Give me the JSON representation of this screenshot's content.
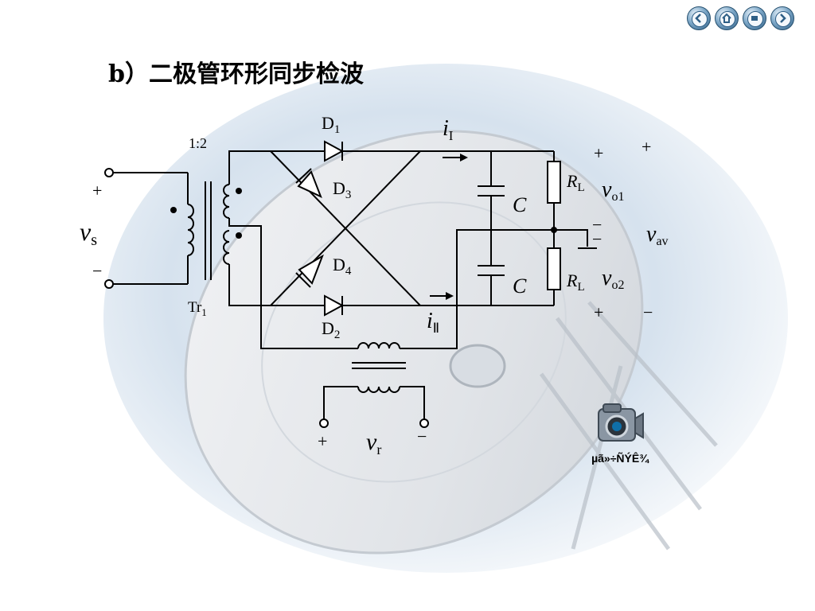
{
  "title": "b）二极管环形同步检波",
  "media": {
    "caption": "µã»÷ÑÝÊ¾"
  },
  "labels": {
    "ratio": "1:2",
    "transformer_main": "Tr",
    "transformer_main_sub": "1",
    "D1": "D",
    "D1_sub": "1",
    "D2": "D",
    "D2_sub": "2",
    "D3": "D",
    "D3_sub": "3",
    "D4": "D",
    "D4_sub": "4",
    "i1": "i",
    "i1_sub": "I",
    "i2": "i",
    "i2_sub": "Ⅱ",
    "C_top": "C",
    "C_bottom": "C",
    "RL_top": "R",
    "RL_top_sub": "L",
    "RL_bottom": "R",
    "RL_bottom_sub": "L",
    "vo1": "v",
    "vo1_sub": "o1",
    "vo2": "v",
    "vo2_sub": "o2",
    "vav": "v",
    "vav_sub": "av",
    "vs": "v",
    "vs_sub": "s",
    "vr": "v",
    "vr_sub": "r",
    "plus": "+",
    "minus": "−"
  },
  "colors": {
    "background_tint": "#c8d8e8",
    "dish": "#e7e9ec"
  },
  "icons": [
    "nav-back-icon",
    "nav-home-icon",
    "nav-pause-icon",
    "nav-forward-icon",
    "camera-icon"
  ]
}
